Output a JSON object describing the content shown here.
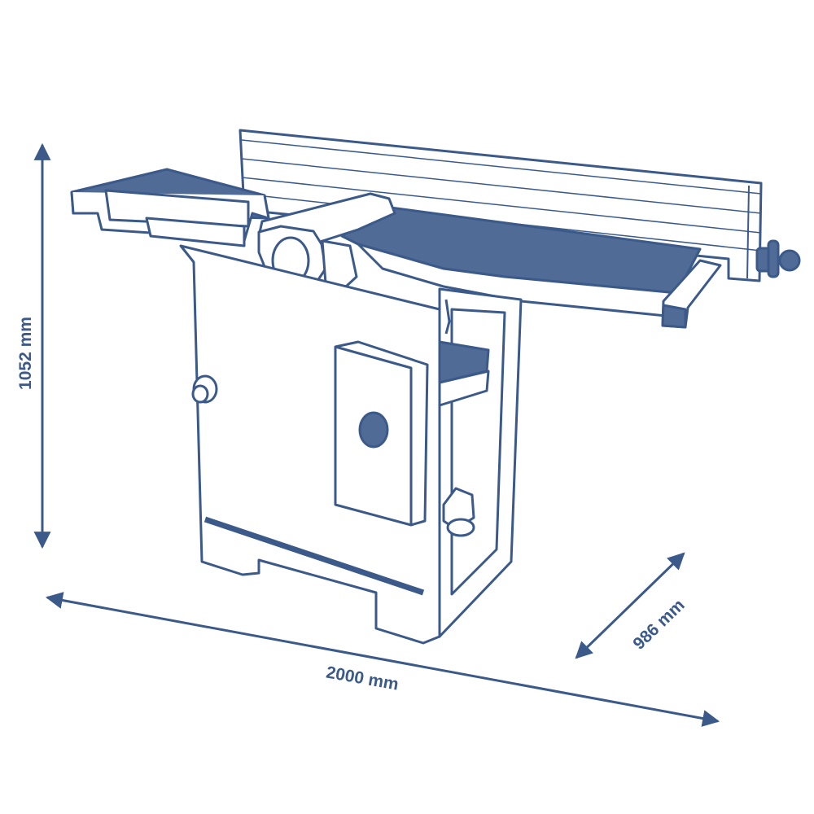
{
  "colors": {
    "line": "#3b5a8a",
    "fill": "#4f6b96",
    "background": "#ffffff"
  },
  "dimensions": {
    "height": "1052 mm",
    "length": "2000 mm",
    "depth": "986 mm"
  }
}
